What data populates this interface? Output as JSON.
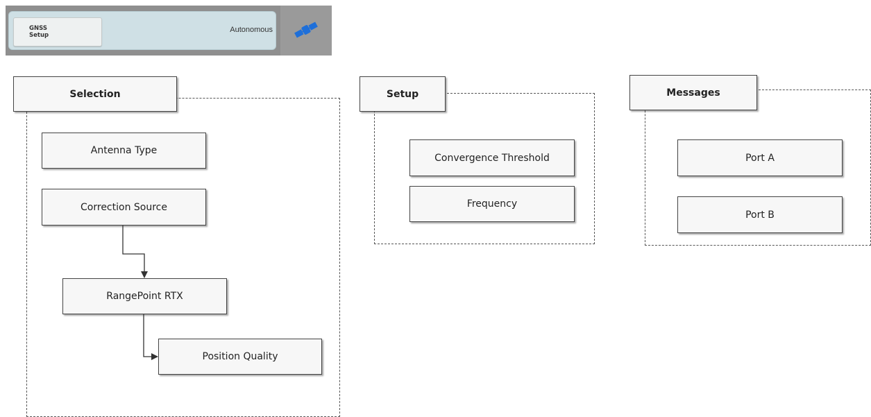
{
  "status_bar": {
    "setup_button_label": "GNSS\nSetup",
    "mode": "Autonomous",
    "satellite_icon": "satellite-icon",
    "colors": {
      "bar": "#8f8f8f",
      "panel": "#cfe0e5",
      "satellite": "#1e6fd9"
    }
  },
  "groups": {
    "selection": {
      "title": "Selection",
      "nodes": {
        "antenna_type": "Antenna Type",
        "correction_source": "Correction Source",
        "rangepoint_rtx": "RangePoint RTX",
        "position_quality": "Position Quality"
      }
    },
    "setup": {
      "title": "Setup",
      "nodes": {
        "convergence_threshold": "Convergence Threshold",
        "frequency": "Frequency"
      }
    },
    "messages": {
      "title": "Messages",
      "nodes": {
        "port_a": "Port A",
        "port_b": "Port B"
      }
    }
  }
}
